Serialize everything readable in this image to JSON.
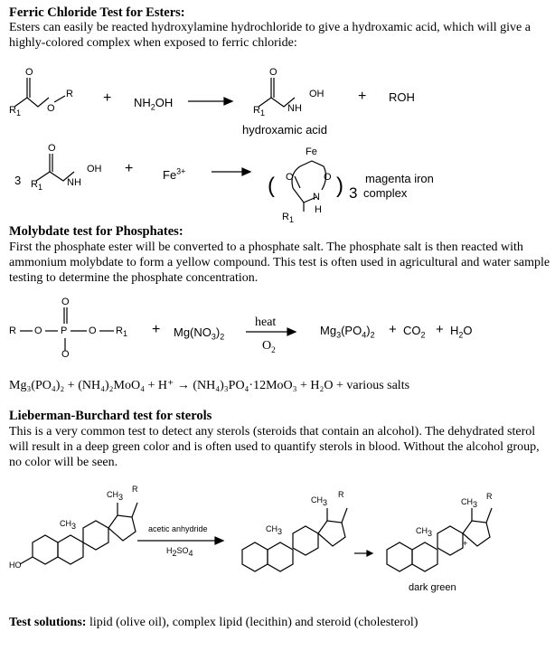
{
  "ferric": {
    "heading": "Ferric Chloride Test for Esters:",
    "text": "Esters can easily be reacted hydroxylamine hydrochloride to give a hydroxamic acid, which will give a highly-colored complex when exposed to ferric chloride:",
    "eq1": {
      "ester_r": "R",
      "ester_r1": "R",
      "o": "O",
      "plus1": "+",
      "reagent": "NH",
      "reagent_sub": "2",
      "reagent_tail": "OH",
      "oh": "OH",
      "nh": "NH",
      "plus2": "+",
      "byproduct": "ROH",
      "product_label": "hydroxamic acid"
    },
    "eq2": {
      "coef": "3",
      "oh": "OH",
      "nh": "NH",
      "plus": "+",
      "fe": "Fe",
      "fe_charge": "3+",
      "complex_fe": "Fe",
      "complex_n": "N",
      "complex_h": "H",
      "complex_count": "3",
      "complex_label_1": "magenta iron",
      "complex_label_2": "complex"
    }
  },
  "molybdate": {
    "heading": "Molybdate test for Phosphates:",
    "text": "First the phosphate ester will be converted to a phosphate salt.  The phosphate salt is then reacted with ammonium molybdate to form a yellow compound.  This test is often used in agricultural and water sample testing to determine the phosphate concentration.",
    "eq1": {
      "r": "R",
      "o": "O",
      "p": "P",
      "plus": "+",
      "reagent": "Mg(NO",
      "reagent_sub": "3",
      "reagent_tail": ")",
      "reagent_sub2": "2",
      "heat": "heat",
      "o2": "O",
      "o2_sub": "2",
      "product": "Mg",
      "product_sub": "3",
      "product_mid": "(PO",
      "product_sub2": "4",
      "product_tail": ")",
      "product_sub3": "2",
      "plus2": "+",
      "co2": "CO",
      "co2_sub": "2",
      "plus3": "+",
      "water": "H",
      "water_sub": "2",
      "water_tail": "O"
    },
    "eq2": "Mg₃(PO₄)₂  +  (NH₄)₂MoO₄  +  H⁺  →  (NH₄)₃PO₄·12MoO₃  +  H₂O   + various salts"
  },
  "lieberman": {
    "heading": "Lieberman-Burchard test for sterols",
    "text": "This is a very common test to detect any sterols (steroids that contain an alcohol).  The dehydrated sterol will result in a deep green color and is often used to quantify sterols in blood.  Without the alcohol group, no color will be seen.",
    "ch3": "CH",
    "ch3_sub": "3",
    "r": "R",
    "ho": "HO",
    "reagent_top": "acetic anhydride",
    "reagent_bottom": "H",
    "reagent_bottom_sub": "2",
    "reagent_bottom_tail": "SO",
    "reagent_bottom_sub2": "4",
    "plus": "+",
    "product_label": "dark green"
  },
  "solutions": {
    "label": "Test solutions:",
    "text": "  lipid (olive oil), complex lipid (lecithin) and steroid (cholesterol)"
  }
}
